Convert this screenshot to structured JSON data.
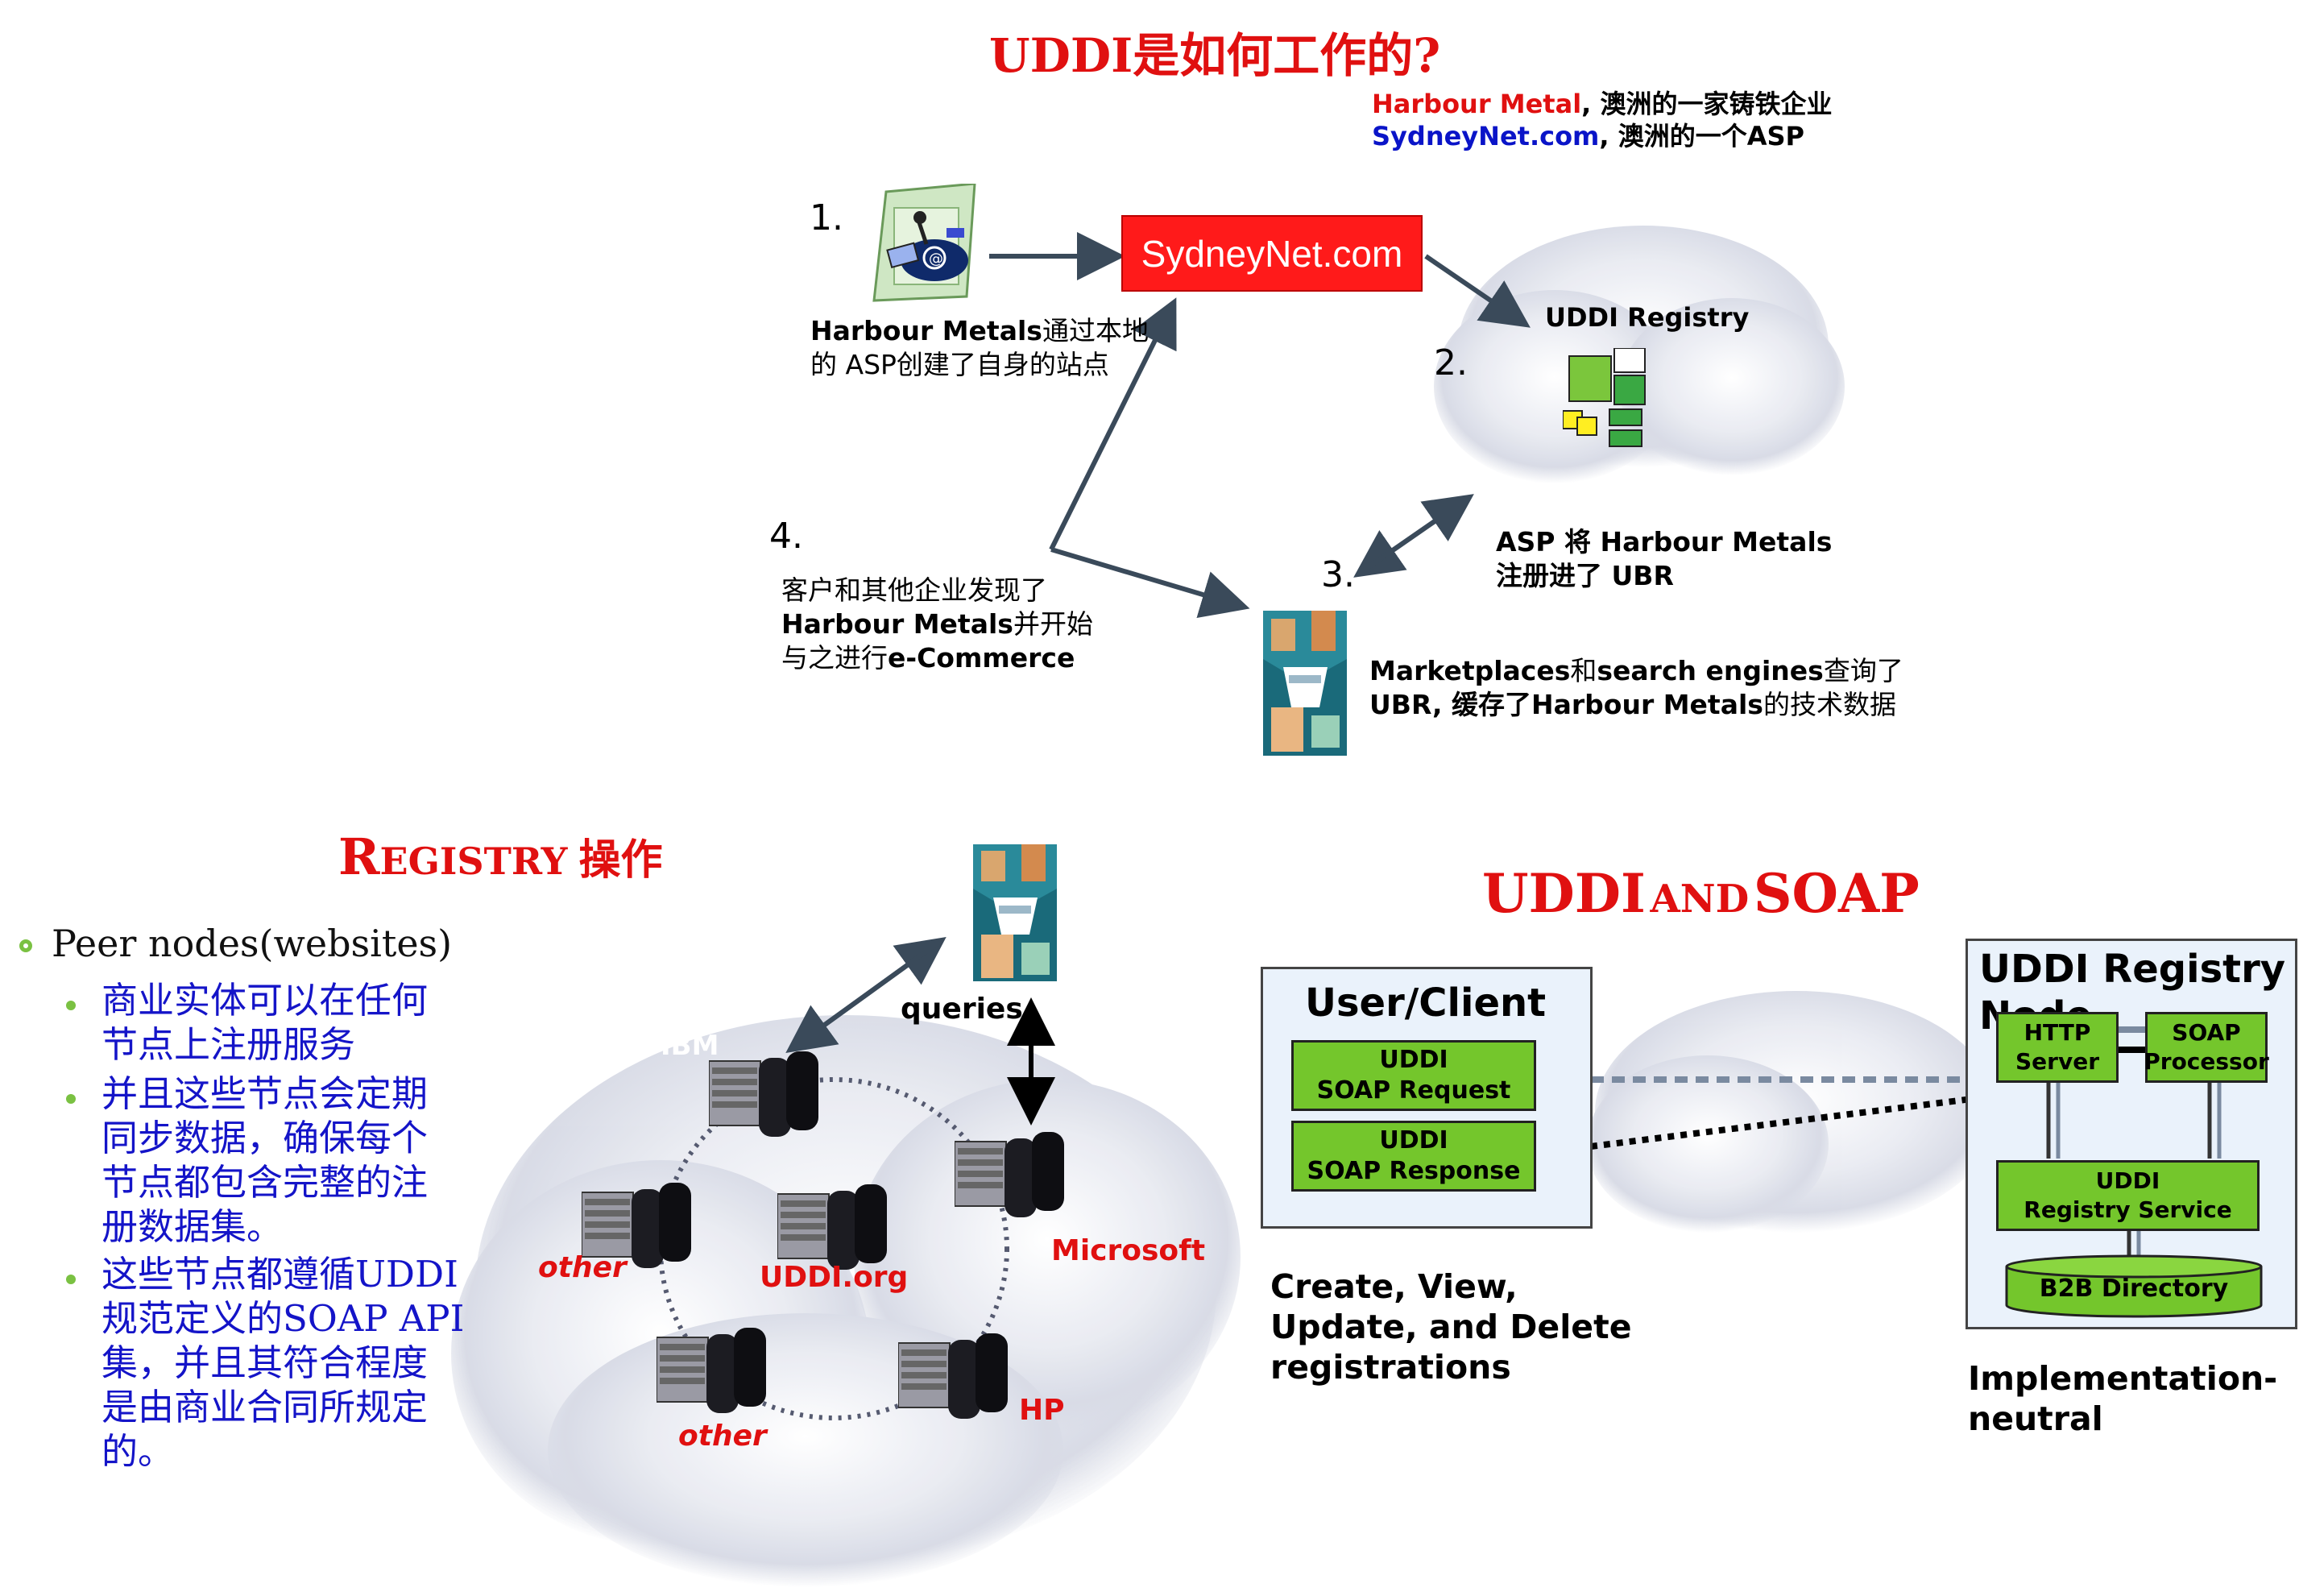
{
  "top": {
    "title": "UDDI是如何工作的?",
    "legend": {
      "line1_name": "Harbour Metal",
      "line1_rest": ", 澳洲的一家铸铁企业",
      "line2_name": "SydneyNet.com",
      "line2_rest": ", 澳洲的一个ASP"
    },
    "step1": {
      "num": "1.",
      "text_bold": "Harbour Metals",
      "text_rest1": "通过本地",
      "text_rest2": "的 ASP创建了自身的站点"
    },
    "asp_box": "SydneyNet.com",
    "step2": {
      "num": "2.",
      "cloud_label": "UDDI Registry",
      "caption1": "ASP 将 Harbour Metals",
      "caption2": "注册进了 UBR"
    },
    "step3": {
      "num": "3.",
      "line1_a": "Marketplaces",
      "line1_b": "和",
      "line1_c": "search engines",
      "line1_d": "查询了",
      "line2_a": "UBR, 缓存了",
      "line2_b": "Harbour Metals",
      "line2_c": "的技术数据"
    },
    "step4": {
      "num": "4.",
      "line1": "客户和其他企业发现了",
      "line2_bold": "Harbour Metals",
      "line2_rest": "并开始",
      "line3_a": "与之进行",
      "line3_b": "e-Commerce"
    }
  },
  "registry": {
    "title_big": "R",
    "title_small": "EGISTRY",
    "title_cn": "操作",
    "bullet": "Peer nodes(websites)",
    "sub_bullets": [
      "商业实体可以在任何节点上注册服务",
      "并且这些节点会定期同步数据，确保每个节点都包含完整的注册数据集。",
      "这些节点都遵循UDDI规范定义的SOAP API集，并且其符合程度是由商业合同所规定的。"
    ],
    "sub_bullet_lines": [
      [
        "商业实体可以在任何",
        "节点上注册服务"
      ],
      [
        "并且这些节点会定期",
        "同步数据，确保每个",
        "节点都包含完整的注",
        "册数据集。"
      ],
      [
        "这些节点都遵循UDDI",
        "规范定义的SOAP API",
        "集，并且其符合程度",
        "是由商业合同所规定",
        "的。"
      ]
    ],
    "nodes": {
      "ibm": "IBM",
      "microsoft": "Microsoft",
      "hp": "HP",
      "other_left": "other",
      "other_bottom": "other",
      "center": "UDDI.org"
    },
    "queries": "queries"
  },
  "soap": {
    "title_a": "UDDI",
    "title_b": "AND",
    "title_c": "SOAP",
    "client_title": "User/Client",
    "request": [
      "UDDI",
      "SOAP Request"
    ],
    "response": [
      "UDDI",
      "SOAP Response"
    ],
    "client_caption": [
      "Create, View,",
      "Update, and Delete",
      "registrations"
    ],
    "node_title": [
      "UDDI Registry",
      "Node"
    ],
    "http": [
      "HTTP",
      "Server"
    ],
    "soap_proc": [
      "SOAP",
      "Processor"
    ],
    "registry_service": [
      "UDDI",
      "Registry Service"
    ],
    "b2b": "B2B Directory",
    "node_caption": [
      "Implementation-",
      "neutral"
    ]
  },
  "colors": {
    "title_red": "#e01010",
    "link_blue": "#0a14c8",
    "box_green": "#74c62c",
    "asp_red": "#ff1a1a",
    "arrow_gray": "#3a4a5a"
  }
}
